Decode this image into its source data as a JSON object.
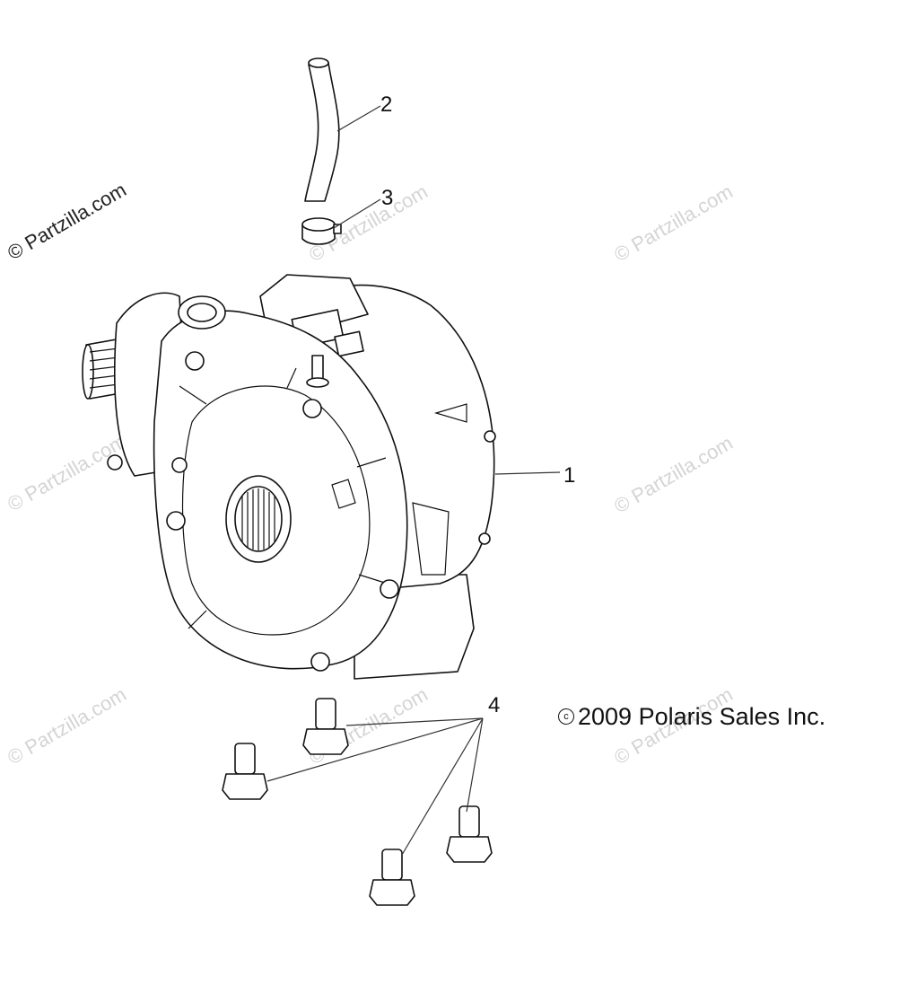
{
  "callouts": {
    "part_1": "1",
    "part_2": "2",
    "part_3": "3",
    "part_4": "4"
  },
  "copyright": {
    "symbol": "c",
    "text": "2009 Polaris Sales Inc."
  },
  "watermark": {
    "text": "© Partzilla.com"
  },
  "colors": {
    "line": "#111111",
    "watermark": "#d4d4d4",
    "background": "#ffffff"
  }
}
